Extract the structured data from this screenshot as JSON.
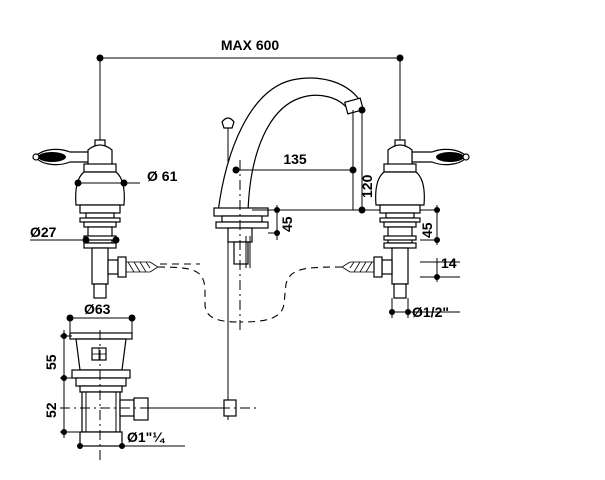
{
  "dimensions": {
    "max_width": "MAX 600",
    "spout_reach": "135",
    "spout_height": "120",
    "handle_dia": "Ø 61",
    "deck_thickness_spout": "45",
    "deck_thickness_valve": "45",
    "shank_dia": "Ø27",
    "offset": "14",
    "pipe_thread": "Ø1/2\"",
    "drain_flange_dia": "Ø63",
    "drain_upper": "55",
    "drain_lower": "52",
    "drain_thread": "Ø1\"¼"
  }
}
